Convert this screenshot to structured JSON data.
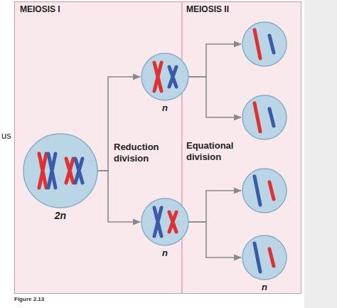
{
  "diagram": {
    "caption": "Figure 2.13",
    "nodes": [
      {
        "text": [
          "2n"
        ]
      },
      {
        "text": [
          "n"
        ]
      },
      {
        "text": [
          "n"
        ]
      },
      {
        "text": []
      },
      {
        "text": []
      },
      {
        "text": []
      },
      {
        "text": [
          "n"
        ]
      }
    ],
    "edges": [
      {
        "from": 0,
        "to": 1,
        "arrow": "to"
      },
      {
        "from": 0,
        "to": 2,
        "arrow": "to"
      },
      {
        "from": 1,
        "to": 3,
        "arrow": "to"
      },
      {
        "from": 1,
        "to": 4,
        "arrow": "to"
      },
      {
        "from": 2,
        "to": 5,
        "arrow": "to"
      },
      {
        "from": 2,
        "to": 6,
        "arrow": "to"
      }
    ],
    "labels": [
      "MEIOSIS I",
      "MEIOSIS II",
      "us",
      "Reduction division",
      "Equational division"
    ]
  }
}
